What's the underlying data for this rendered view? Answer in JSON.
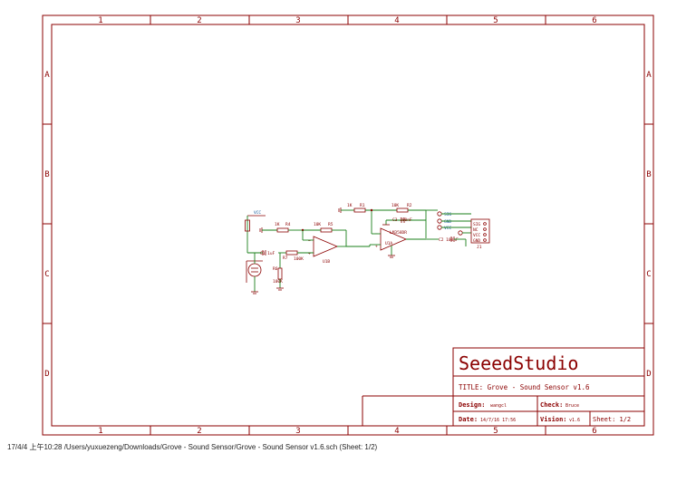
{
  "frame": {
    "columns": [
      "1",
      "2",
      "3",
      "4",
      "5",
      "6"
    ],
    "rows": [
      "A",
      "B",
      "C",
      "D"
    ]
  },
  "title_block": {
    "logo": "SeeedStudio",
    "title": "TITLE: Grove - Sound Sensor v1.6",
    "design_label": "Design:",
    "design_value": "wangcl",
    "check_label": "Check:",
    "check_value": "Bruce",
    "date_label": "Date:",
    "date_value": "14/7/16 17:56",
    "version_label": "Vision:",
    "version_value": "v1.6",
    "sheet_label": "Sheet: 1/2"
  },
  "schematic": {
    "net_vcc": "VCC",
    "r_top_left_val": "1K",
    "r_top_left_ref": "R4",
    "r_mid_val": "10K",
    "r_mid_ref": "R5",
    "r_100k_val": "100K",
    "r_100k_ref": "R7",
    "r_bottom_val": "100K",
    "r_bottom_ref": "R6",
    "c1_label": "C1 1uF",
    "opamp1_ref": "U1B",
    "r1_val": "1K",
    "r1_ref": "R1",
    "r2_val": "10K",
    "r2_ref": "R2",
    "c3_label": "C3 100nF",
    "opamp2_ref": "U1A",
    "opamp2_part": "LM358DR",
    "c2_label": "C2 100nF",
    "connector_ref": "J1",
    "pin_sig": "SIG",
    "pin_nc": "NC",
    "pin_vcc": "VCC",
    "pin_gnd": "GND"
  },
  "footer": "17/4/4 上午10:28  /Users/yuxuezeng/Downloads/Grove - Sound Sensor/Grove - Sound Sensor v1.6.sch (Sheet: 1/2)"
}
